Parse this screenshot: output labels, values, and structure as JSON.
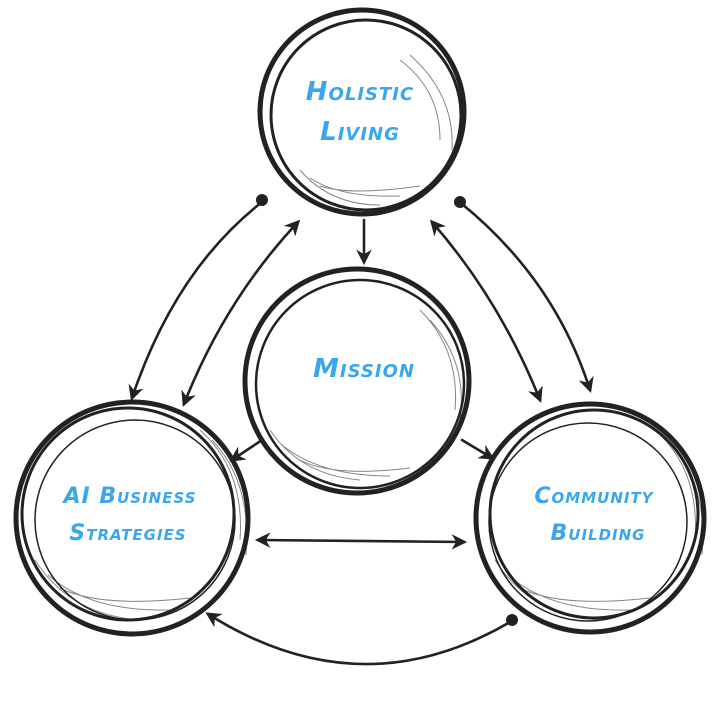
{
  "colors": {
    "label": "#3aa6ee",
    "ink": "#222222",
    "background": "#ffffff"
  },
  "nodes": {
    "holistic": {
      "line1": "Holistic",
      "line2": "Living"
    },
    "mission": {
      "line1": "Mission"
    },
    "ai": {
      "line1": "AI Business",
      "line2": "Strategies"
    },
    "community": {
      "line1": "Community",
      "line2": "Building"
    }
  }
}
